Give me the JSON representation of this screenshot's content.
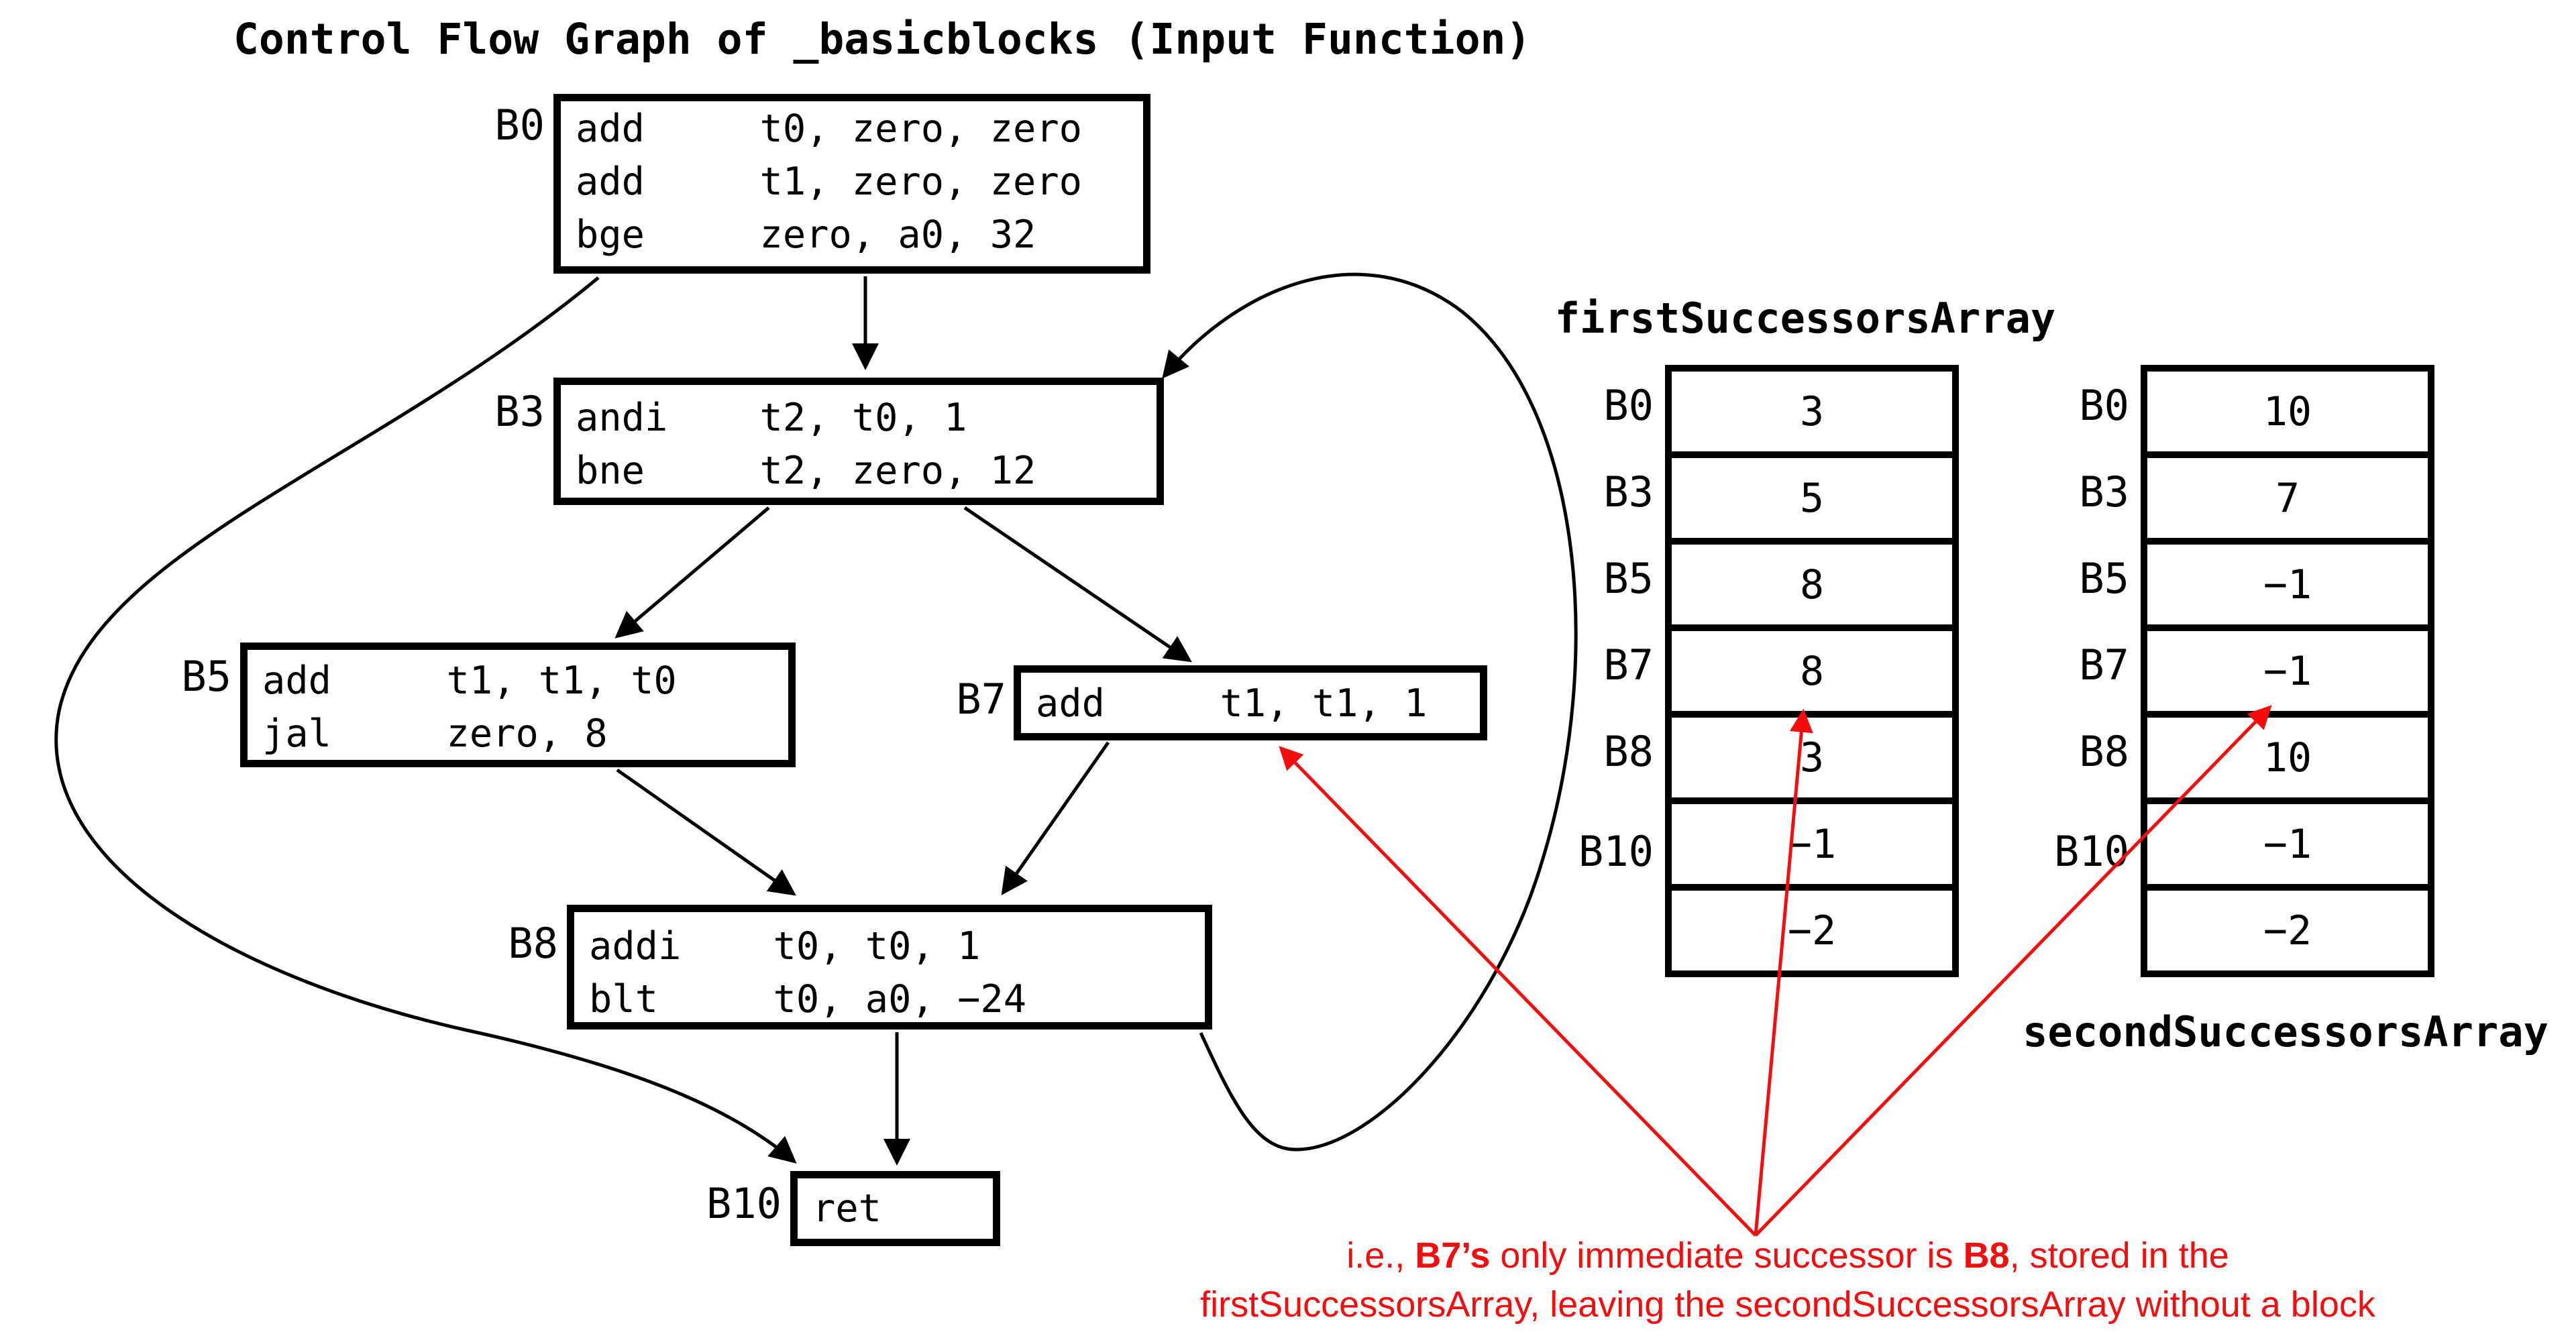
{
  "title": "Control Flow Graph of _basicblocks (Input Function)",
  "blocks": {
    "b0": {
      "id": "B0",
      "text": "add     t0, zero, zero\nadd     t1, zero, zero\nbge     zero, a0, 32"
    },
    "b3": {
      "id": "B3",
      "text": "andi    t2, t0, 1\nbne     t2, zero, 12"
    },
    "b5": {
      "id": "B5",
      "text": "add     t1, t1, t0\njal     zero, 8"
    },
    "b7": {
      "id": "B7",
      "text": "add     t1, t1, 1"
    },
    "b8": {
      "id": "B8",
      "text": "addi    t0, t0, 1\nblt     t0, a0, −24"
    },
    "b10": {
      "id": "B10",
      "text": "ret"
    }
  },
  "edges": [
    {
      "from": "B0",
      "to": "B3"
    },
    {
      "from": "B0",
      "to": "B10"
    },
    {
      "from": "B3",
      "to": "B5"
    },
    {
      "from": "B3",
      "to": "B7"
    },
    {
      "from": "B5",
      "to": "B8"
    },
    {
      "from": "B7",
      "to": "B8"
    },
    {
      "from": "B8",
      "to": "B3"
    },
    {
      "from": "B8",
      "to": "B10"
    }
  ],
  "first_array": {
    "title": "firstSuccessorsArray",
    "rows": [
      {
        "label": "B0",
        "value": "3"
      },
      {
        "label": "B3",
        "value": "5"
      },
      {
        "label": "B5",
        "value": "8"
      },
      {
        "label": "B7",
        "value": "8"
      },
      {
        "label": "B8",
        "value": "3"
      },
      {
        "label": "B10",
        "value": "−1"
      },
      {
        "label": "",
        "value": "−2"
      }
    ]
  },
  "second_array": {
    "title": "secondSuccessorsArray",
    "rows": [
      {
        "label": "B0",
        "value": "10"
      },
      {
        "label": "B3",
        "value": "7"
      },
      {
        "label": "B5",
        "value": "−1"
      },
      {
        "label": "B7",
        "value": "−1"
      },
      {
        "label": "B8",
        "value": "10"
      },
      {
        "label": "B10",
        "value": "−1"
      },
      {
        "label": "",
        "value": "−2"
      }
    ]
  },
  "caption": {
    "line1": [
      {
        "text": "i.e., "
      },
      {
        "text": "B7’s",
        "bold": true
      },
      {
        "text": " only immediate successor is "
      },
      {
        "text": "B8",
        "bold": true
      },
      {
        "text": ", stored in the"
      }
    ],
    "line2": "firstSuccessorsArray, leaving the secondSuccessorsArray without a block",
    "arrow_targets": [
      "B7-block",
      "firstSuccessorsArray-B7-cell",
      "secondSuccessorsArray-B7-cell"
    ]
  },
  "colors": {
    "annotation": "#f50d0d",
    "diagram": "#000000",
    "background": "#ffffff"
  }
}
